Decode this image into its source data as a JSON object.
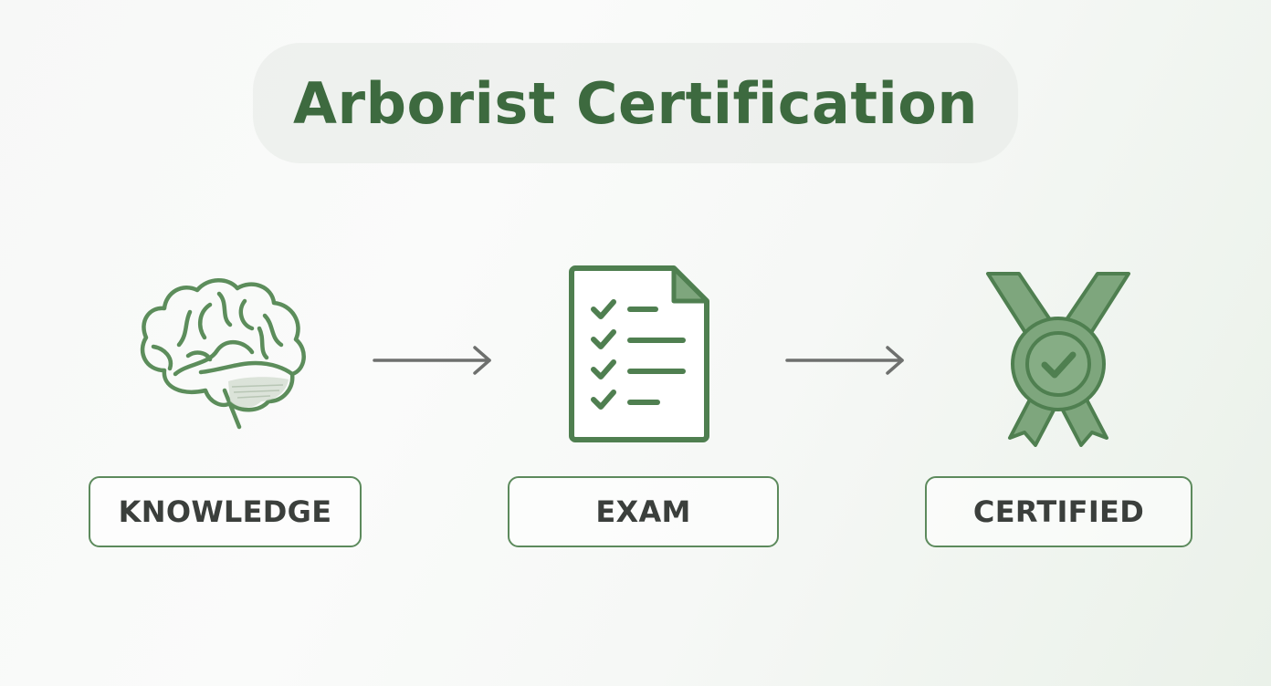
{
  "title": "Arborist Certification",
  "steps": [
    {
      "label": "KNOWLEDGE",
      "icon": "brain-icon"
    },
    {
      "label": "EXAM",
      "icon": "checklist-document-icon"
    },
    {
      "label": "CERTIFIED",
      "icon": "award-ribbon-icon"
    }
  ],
  "connectors": [
    "arrow-right-icon",
    "arrow-right-icon"
  ],
  "colors": {
    "accent": "#4f7f50",
    "accent_fill": "#7ea67d",
    "title": "#3d6a3f",
    "label_text": "#3b3f3c",
    "arrow": "#6e706e"
  }
}
